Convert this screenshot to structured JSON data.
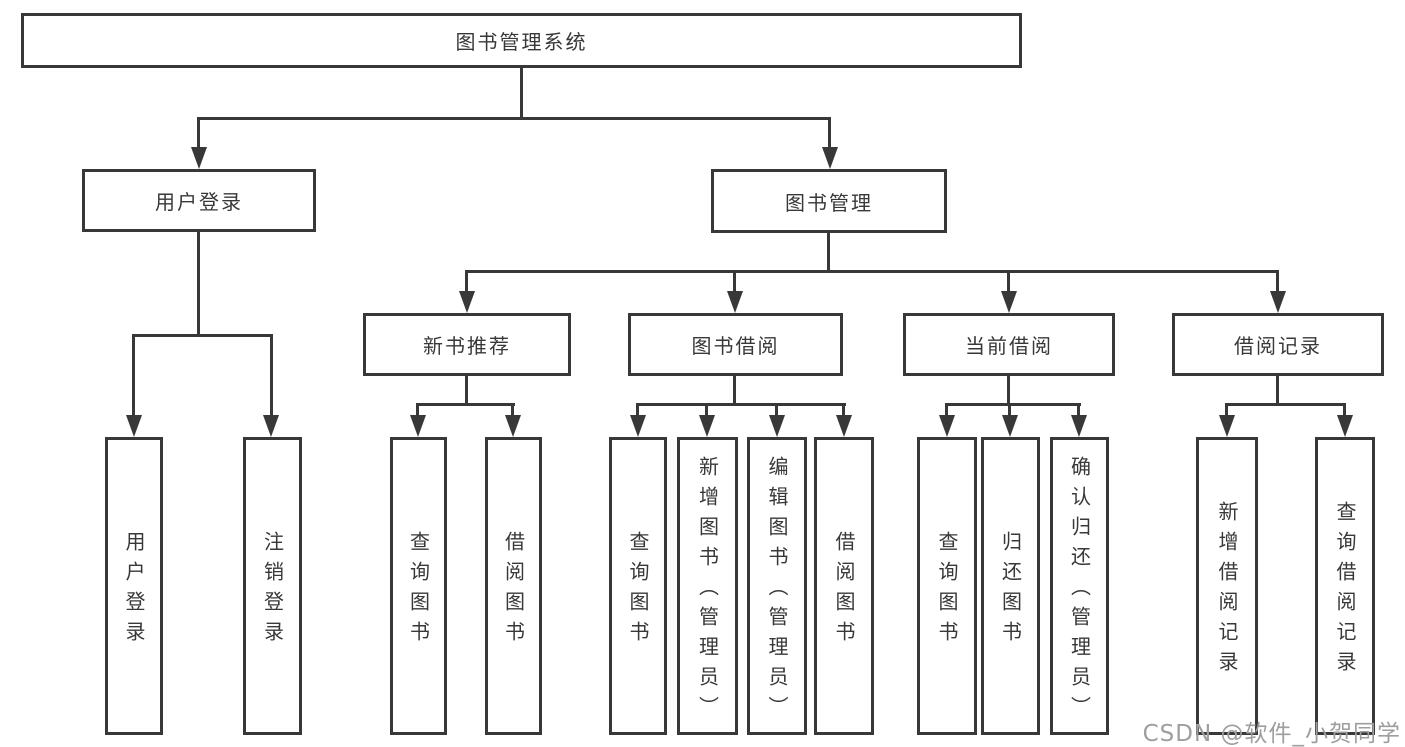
{
  "diagram": {
    "type": "hierarchy",
    "root": {
      "label": "图书管理系统"
    },
    "branches": [
      {
        "label": "用户登录",
        "children": [
          {
            "label": "用户登录"
          },
          {
            "label": "注销登录"
          }
        ]
      },
      {
        "label": "图书管理",
        "children": [
          {
            "label": "新书推荐",
            "children": [
              {
                "label": "查询图书"
              },
              {
                "label": "借阅图书"
              }
            ]
          },
          {
            "label": "图书借阅",
            "children": [
              {
                "label": "查询图书"
              },
              {
                "label": "新增图书（管理员）"
              },
              {
                "label": "编辑图书（管理员）"
              },
              {
                "label": "借阅图书"
              }
            ]
          },
          {
            "label": "当前借阅",
            "children": [
              {
                "label": "查询图书"
              },
              {
                "label": "归还图书"
              },
              {
                "label": "确认归还（管理员）"
              }
            ]
          },
          {
            "label": "借阅记录",
            "children": [
              {
                "label": "新增借阅记录"
              },
              {
                "label": "查询借阅记录"
              }
            ]
          }
        ]
      }
    ]
  },
  "watermark": {
    "text": "CSDN @软件_小贺同学"
  },
  "colors": {
    "line": "#383838",
    "text": "#383838",
    "watermark": "#9e9e9e",
    "background": "#ffffff"
  }
}
